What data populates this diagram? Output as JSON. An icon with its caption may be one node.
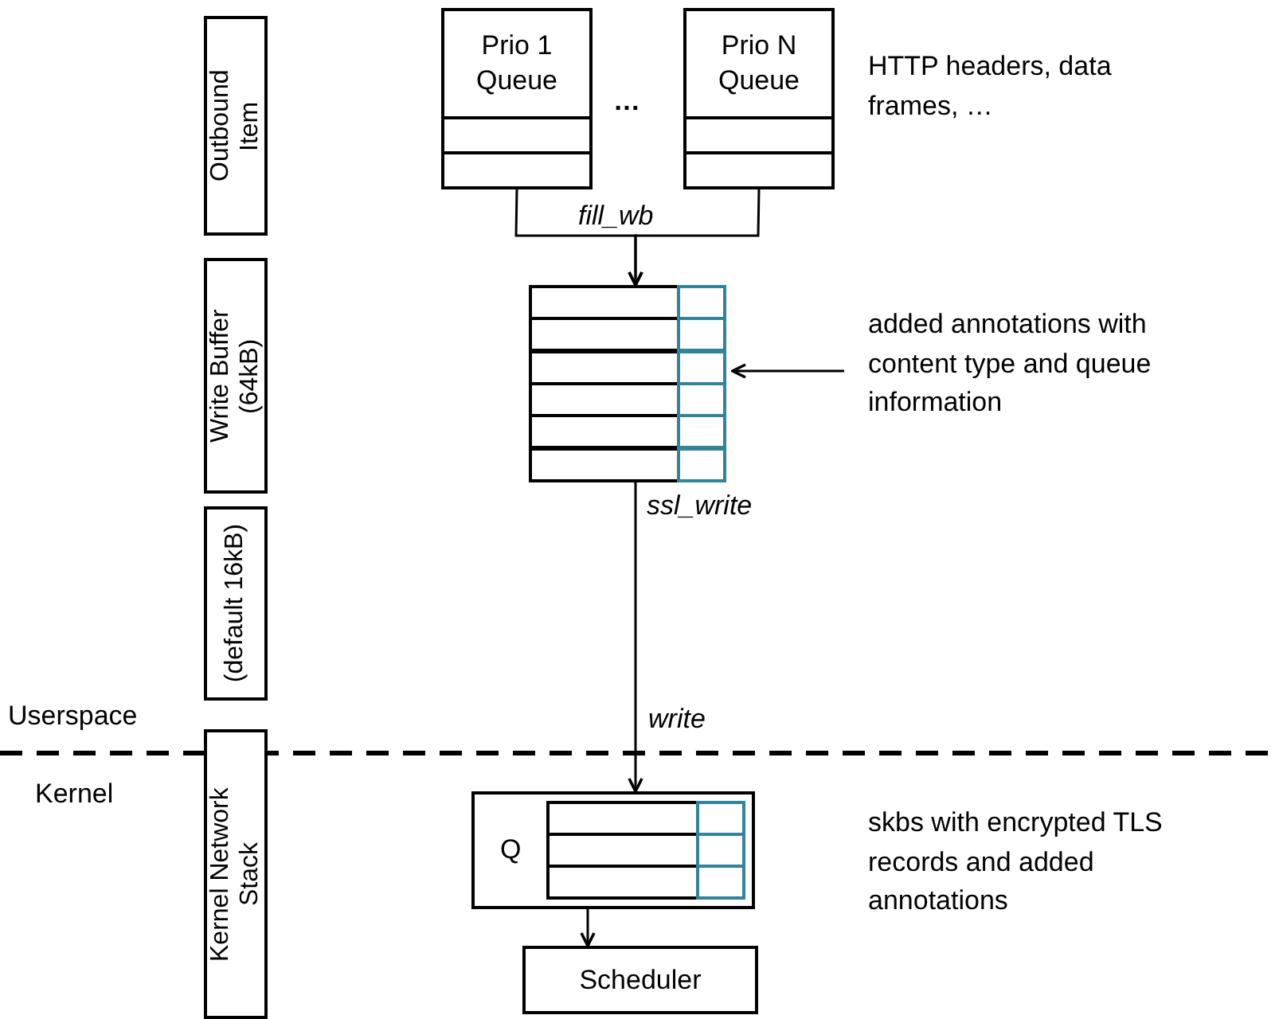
{
  "diagram": {
    "nodes": [
      {
        "text": [
          "Outbound Item"
        ]
      },
      {
        "text": [
          "Write Buffer (64kB)"
        ]
      },
      {
        "text": [
          "(default 16kB)"
        ]
      },
      {
        "text": [
          "Kernel Network Stack"
        ]
      },
      {
        "text": [
          "Prio 1 Queue"
        ]
      },
      {
        "text": [
          "Prio N Queue"
        ]
      },
      {
        "text": [],
        "shape": "box"
      },
      {
        "text": [
          "added annotations with content type and queue information"
        ]
      },
      {
        "text": [
          "Q"
        ]
      },
      {
        "text": [
          "Scheduler"
        ]
      }
    ],
    "edges": [
      {
        "from": 4,
        "to": 6,
        "arrow": "to",
        "label": "fill_wb"
      },
      {
        "from": 5,
        "to": 6,
        "arrow": "to"
      },
      {
        "from": 7,
        "to": 6,
        "arrow": "to"
      },
      {
        "from": 6,
        "to": 8,
        "arrow": "to",
        "label": "ssl_write"
      },
      {
        "from": 8,
        "to": 9,
        "arrow": "to"
      }
    ],
    "labels": [
      "…",
      "HTTP headers, data frames, …",
      "Userspace",
      "Kernel",
      "write",
      "skbs with encrypted TLS records and added annotations"
    ]
  }
}
